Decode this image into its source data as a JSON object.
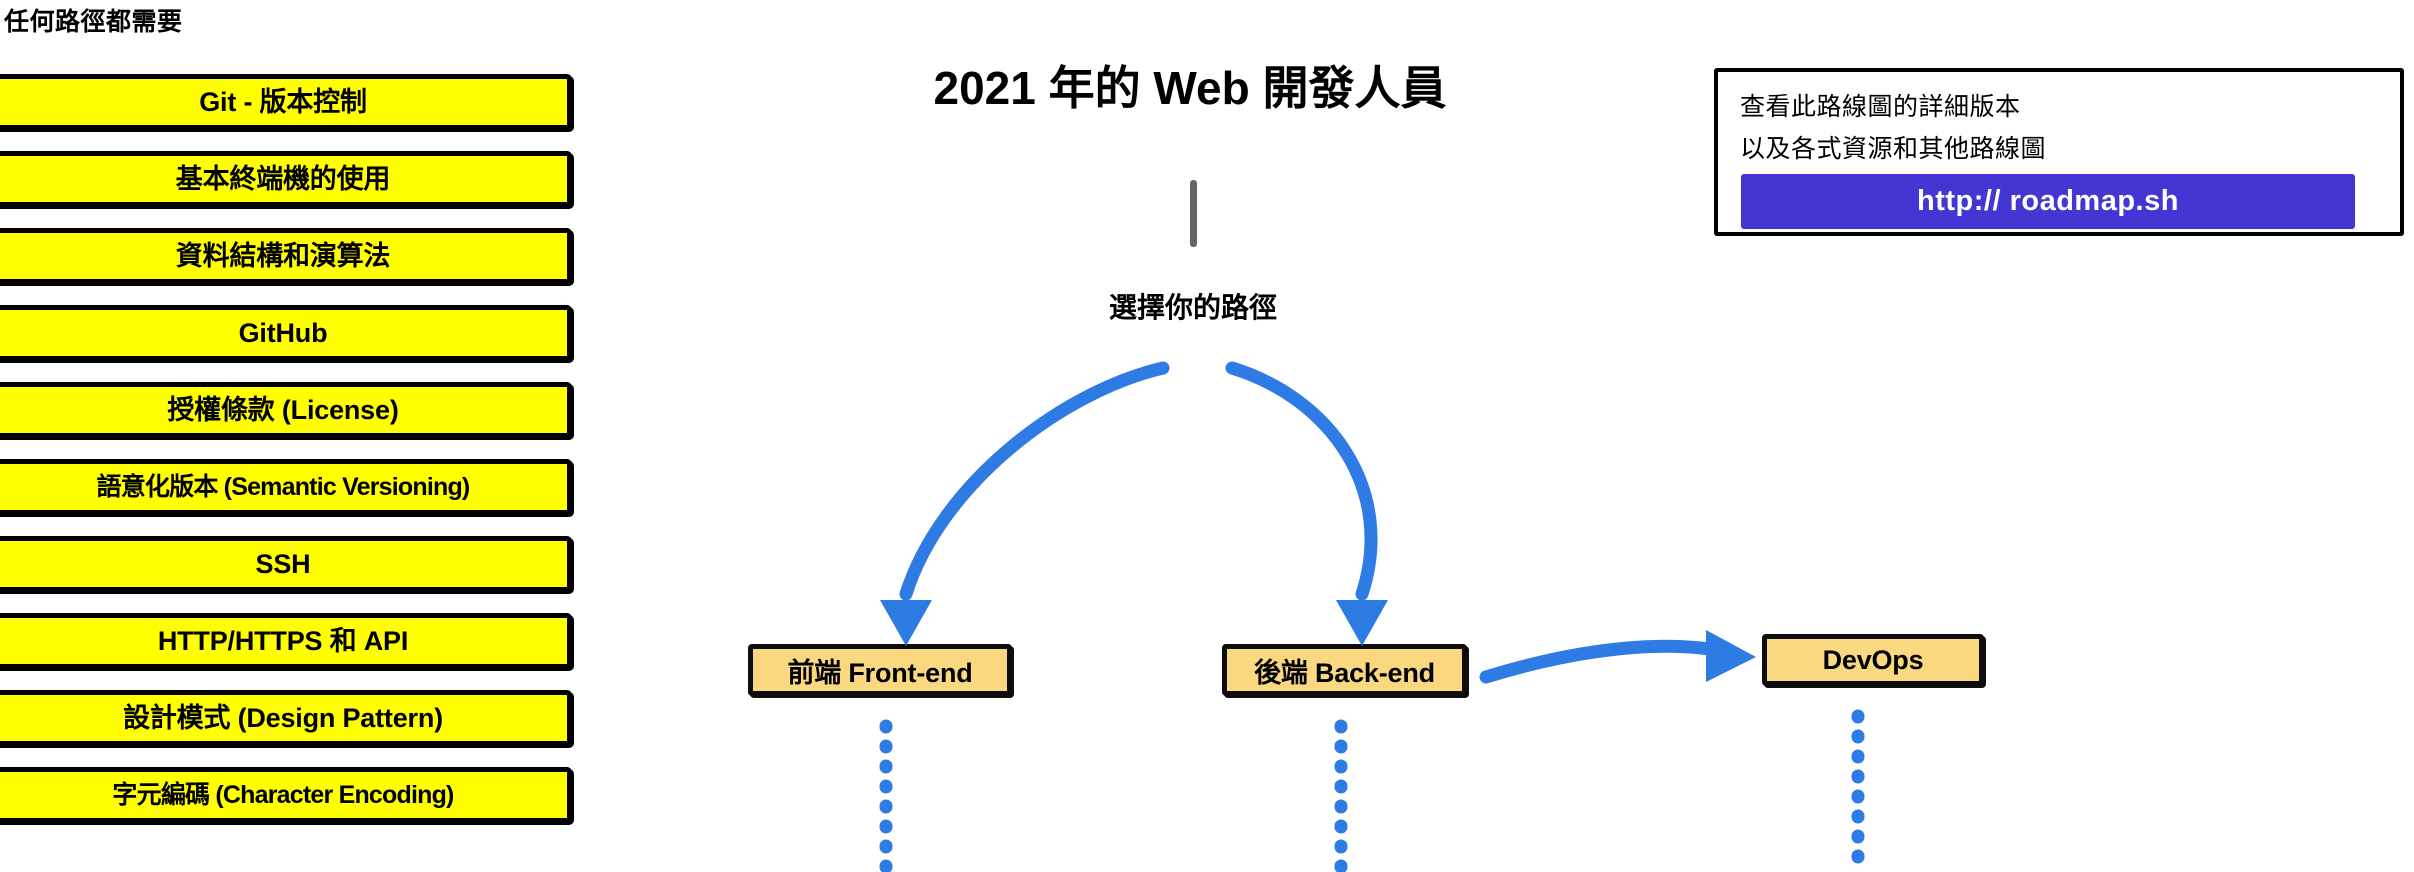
{
  "colors": {
    "box_fill": "#FFFF00",
    "path_box_fill": "#FAD87F",
    "arrow_blue": "#2F7BE4",
    "button_purple": "#4336D2",
    "stem_gray": "#666666",
    "outline_black": "#000000",
    "page_background": "#FFFFFF"
  },
  "left_column": {
    "heading": "任何路徑都需要",
    "items": [
      {
        "label": "Git - 版本控制",
        "tight": false
      },
      {
        "label": "基本終端機的使用",
        "tight": false
      },
      {
        "label": "資料結構和演算法",
        "tight": false
      },
      {
        "label": "GitHub",
        "tight": false
      },
      {
        "label": "授權條款 (License)",
        "tight": false
      },
      {
        "label": "語意化版本 (Semantic Versioning)",
        "tight": true
      },
      {
        "label": "SSH",
        "tight": false
      },
      {
        "label": "HTTP/HTTPS 和 API",
        "tight": false
      },
      {
        "label": "設計模式 (Design Pattern)",
        "tight": false
      },
      {
        "label": "字元編碼 (Character Encoding)",
        "tight": true
      }
    ]
  },
  "header": {
    "title": "2021 年的 Web 開發人員",
    "subtitle": "選擇你的路徑"
  },
  "info_card": {
    "line1": "查看此路線圖的詳細版本",
    "line2": "以及各式資源和其他路線圖",
    "button_label": "http:// roadmap.sh"
  },
  "paths": [
    {
      "label": "前端 Front-end"
    },
    {
      "label": "後端 Back-end"
    },
    {
      "label": "DevOps"
    }
  ]
}
